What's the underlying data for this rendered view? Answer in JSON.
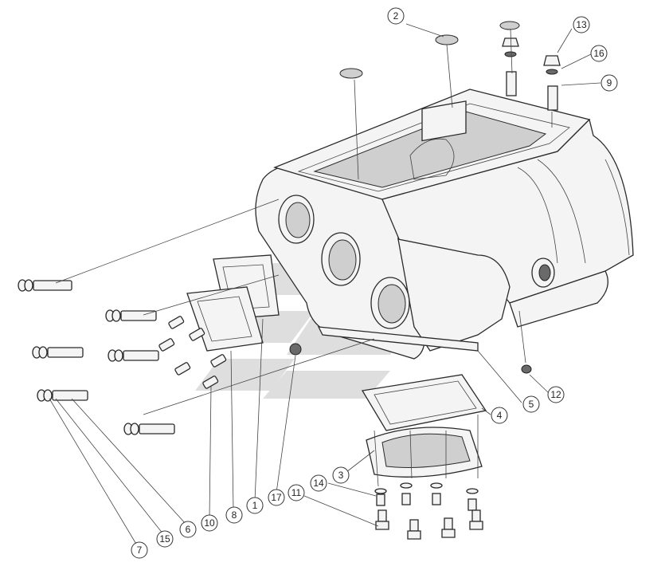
{
  "callouts": [
    {
      "id": "c1",
      "label": "1"
    },
    {
      "id": "c2",
      "label": "2"
    },
    {
      "id": "c3",
      "label": "3"
    },
    {
      "id": "c4",
      "label": "4"
    },
    {
      "id": "c5",
      "label": "5"
    },
    {
      "id": "c6",
      "label": "6"
    },
    {
      "id": "c7",
      "label": "7"
    },
    {
      "id": "c8",
      "label": "8"
    },
    {
      "id": "c9",
      "label": "9"
    },
    {
      "id": "c10",
      "label": "10"
    },
    {
      "id": "c11",
      "label": "11"
    },
    {
      "id": "c12",
      "label": "12"
    },
    {
      "id": "c13",
      "label": "13"
    },
    {
      "id": "c14",
      "label": "14"
    },
    {
      "id": "c15",
      "label": "15"
    },
    {
      "id": "c16",
      "label": "16"
    },
    {
      "id": "c17",
      "label": "17"
    }
  ],
  "colors": {
    "line": "#2a2a2a",
    "watermark": "#d9d9d9",
    "background": "#ffffff"
  }
}
